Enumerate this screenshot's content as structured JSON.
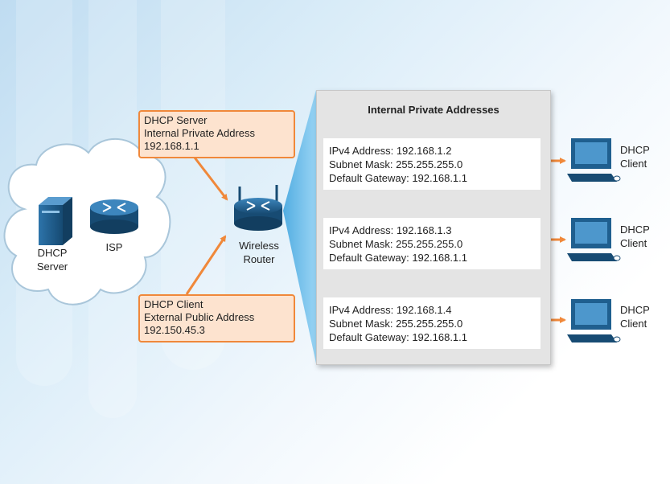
{
  "cloud": {
    "server_label": [
      "DHCP",
      "Server"
    ],
    "isp_label": "ISP"
  },
  "router": {
    "label": [
      "Wireless",
      "Router"
    ]
  },
  "callouts": {
    "server": [
      "DHCP Server",
      "Internal Private Address",
      "192.168.1.1"
    ],
    "client": [
      "DHCP Client",
      "External Public Address",
      "192.150.45.3"
    ]
  },
  "panel": {
    "title": "Internal Private Addresses",
    "entries": [
      {
        "ipv4": "IPv4 Address: 192.168.1.2",
        "mask": "Subnet Mask: 255.255.255.0",
        "gateway": "Default Gateway: 192.168.1.1"
      },
      {
        "ipv4": "IPv4 Address: 192.168.1.3",
        "mask": "Subnet Mask: 255.255.255.0",
        "gateway": "Default Gateway: 192.168.1.1"
      },
      {
        "ipv4": "IPv4 Address: 192.168.1.4",
        "mask": "Subnet Mask: 255.255.255.0",
        "gateway": "Default Gateway: 192.168.1.1"
      }
    ]
  },
  "clients": [
    {
      "label": [
        "DHCP",
        "Client"
      ]
    },
    {
      "label": [
        "DHCP",
        "Client"
      ]
    },
    {
      "label": [
        "DHCP",
        "Client"
      ]
    }
  ],
  "colors": {
    "arrow": "#f0883a",
    "callout_fill": "#fde3cf",
    "device_blue": "#1f5f8f",
    "beam": "#5fb6e8"
  }
}
